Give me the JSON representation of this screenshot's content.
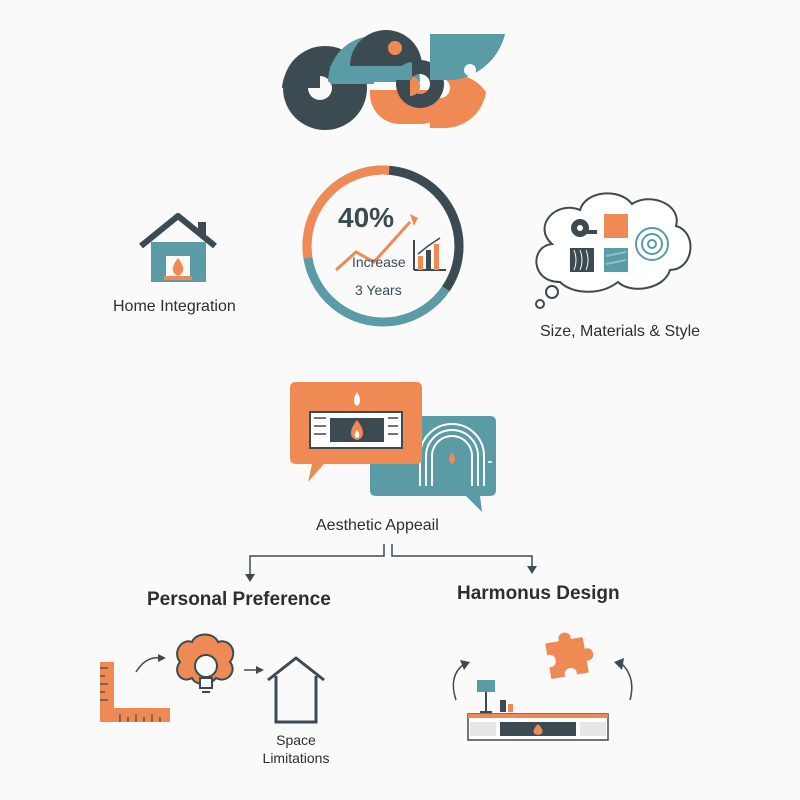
{
  "colors": {
    "orange": "#ef8a54",
    "teal": "#5b9ba6",
    "dark": "#3c4a52",
    "light": "#fafafa"
  },
  "logo": {
    "icon": "abstract-logo-icon"
  },
  "stat": {
    "percent": "40%",
    "label": "Increase",
    "period": "3 Years",
    "progress": 0.4
  },
  "home": {
    "label": "Home Integration",
    "icon": "house-fireplace-icon"
  },
  "materials": {
    "label": "Size, Materials & Style",
    "icon": "thought-bubble-materials-icon"
  },
  "aesthetic": {
    "label": "Aesthetic Appeail",
    "icon": "speech-bubbles-fireplace-icon"
  },
  "personal": {
    "title": "Personal Preference",
    "space_label": "Space\nLimitations",
    "icons": [
      "ruler-icon",
      "brain-lightbulb-icon",
      "house-outline-icon"
    ]
  },
  "harmonus": {
    "title": "Harmonus Design",
    "icons": [
      "puzzle-piece-icon",
      "media-console-fireplace-icon"
    ]
  }
}
